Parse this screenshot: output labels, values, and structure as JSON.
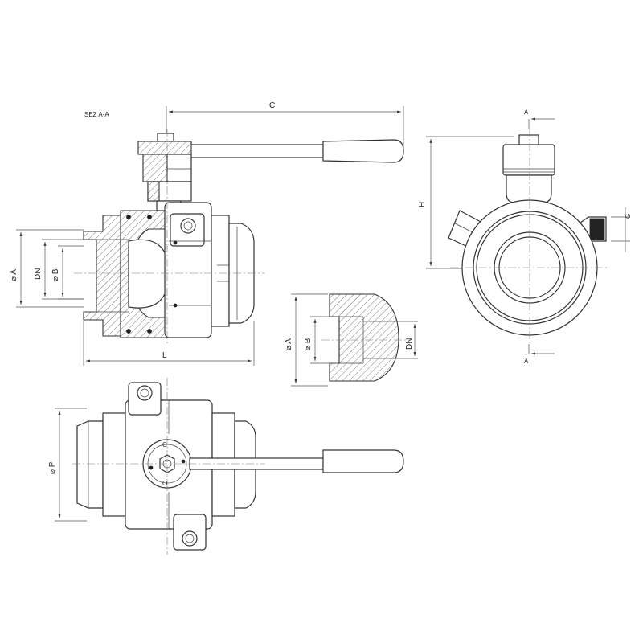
{
  "section_title": "SEZ  A-A",
  "dimensions": {
    "C": "C",
    "L": "L",
    "H": "H",
    "dia_A": "⌀ A",
    "DN": "DN",
    "dia_B": "⌀ B",
    "dia_P": "⌀ P",
    "G": "G"
  },
  "section_marks": {
    "top": "A",
    "bottom": "A"
  },
  "detail": {
    "dia_A": "⌀ A",
    "dia_B": "⌀ B",
    "DN": "DN"
  },
  "handle_marks": {
    "c": "C",
    "o": "O"
  }
}
